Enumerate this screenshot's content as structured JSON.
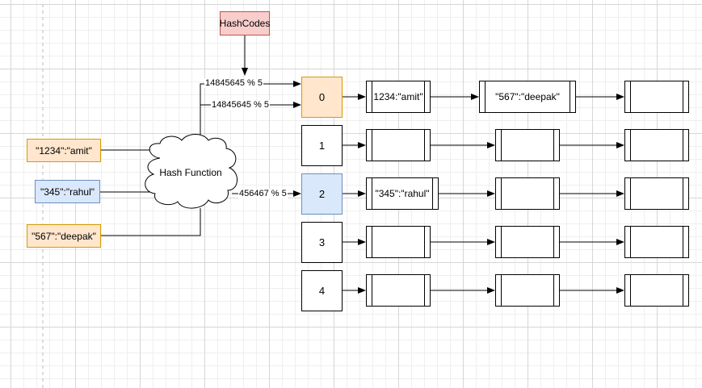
{
  "hash_codes": "HashCodes",
  "hash_function": "Hash Function",
  "keys": [
    {
      "label": "\"1234\":\"amit\""
    },
    {
      "label": "\"345\":\"rahul\""
    },
    {
      "label": "\"567\":\"deepak\""
    }
  ],
  "edge_labels": {
    "top_a": "14845645 % 5",
    "top_b": "14845645 % 5",
    "middle": "456467 % 5"
  },
  "buckets": [
    {
      "index": "0",
      "entries": [
        "1234:\"amit\"",
        "\"567\":\"deepak\"",
        ""
      ]
    },
    {
      "index": "1",
      "entries": [
        "",
        "",
        ""
      ]
    },
    {
      "index": "2",
      "entries": [
        "\"345\":\"rahul\"",
        "",
        ""
      ]
    },
    {
      "index": "3",
      "entries": [
        "",
        "",
        ""
      ]
    },
    {
      "index": "4",
      "entries": [
        "",
        "",
        ""
      ]
    }
  ],
  "colors": {
    "hash_codes_fill": "#f8cecc",
    "orange_fill": "#ffe6cc",
    "blue_fill": "#dae8fc"
  }
}
